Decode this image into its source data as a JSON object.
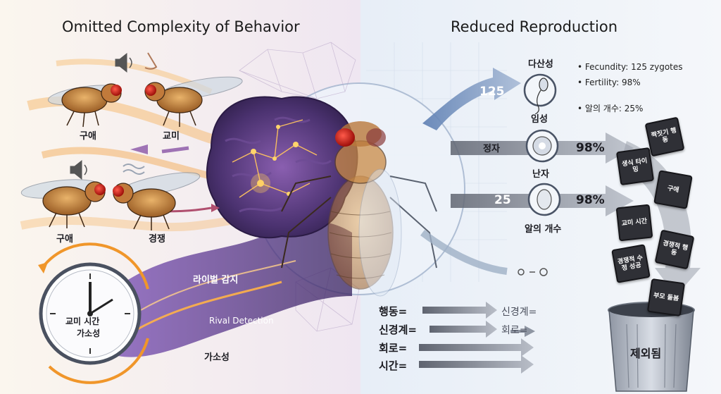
{
  "left": {
    "title": "Omitted Complexity of Behavior",
    "labels": {
      "courtship_top": "구애",
      "mating_top": "교미",
      "courtship_bottom": "구애",
      "competition": "경쟁",
      "rival_detection_ko": "라이벌 감지",
      "rival_detection_en": "Rival Detection",
      "plasticity": "가소성"
    },
    "clock": {
      "label_line1": "교미 시간",
      "label_line2": "가소성"
    }
  },
  "right": {
    "title": "Reduced Reproduction",
    "labels": {
      "fecundity_ko": "다산성",
      "fertility_ko": "임성",
      "sperm": "정자",
      "egg": "난자",
      "egg_count": "알의 개수",
      "excluded": "제외됨"
    },
    "bullets": [
      "Fecundity: 125 zygotes",
      "Fertility: 98%",
      "알의 개수: 25%"
    ],
    "arrow_numbers": {
      "top": "125",
      "middle_pct": "98%",
      "bottom": "25",
      "bottom_pct": "98%"
    },
    "chips": [
      "짝짓기 행동",
      "생식 타이밍",
      "구애",
      "교미 시간",
      "경쟁적 행동",
      "경쟁적 수정 성공",
      "부모 돌봄"
    ],
    "equations": {
      "left": [
        "행동=",
        "신경계=",
        "회로=",
        "시간="
      ],
      "right": [
        "신경계=",
        "회로="
      ]
    }
  },
  "colors": {
    "left_glow": "#f3a83b",
    "brain_purple": "#5b3c86",
    "right_blue": "#6f93c7",
    "chip": "#2f3036"
  },
  "icons": [
    "speaker-icon",
    "nose-icon",
    "clock-icon",
    "sperm-icon",
    "egg-icon",
    "trash-bin-icon",
    "fly-icon"
  ]
}
